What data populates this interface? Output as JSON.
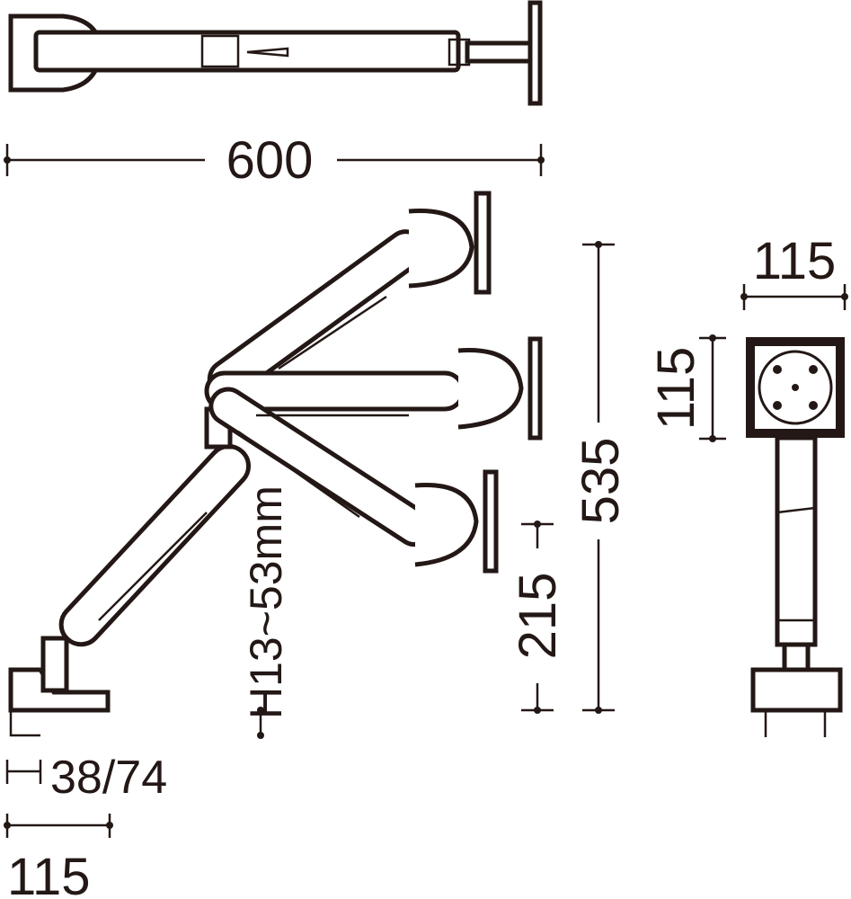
{
  "dimensions": {
    "total_width": "600",
    "total_height": "535",
    "min_height": "215",
    "desk_thickness": "H13~53mm",
    "clamp_depth": "38/74",
    "base_width": "115",
    "vesa_width": "115",
    "vesa_height": "115"
  },
  "colors": {
    "line": "#231815",
    "background": "#ffffff"
  }
}
